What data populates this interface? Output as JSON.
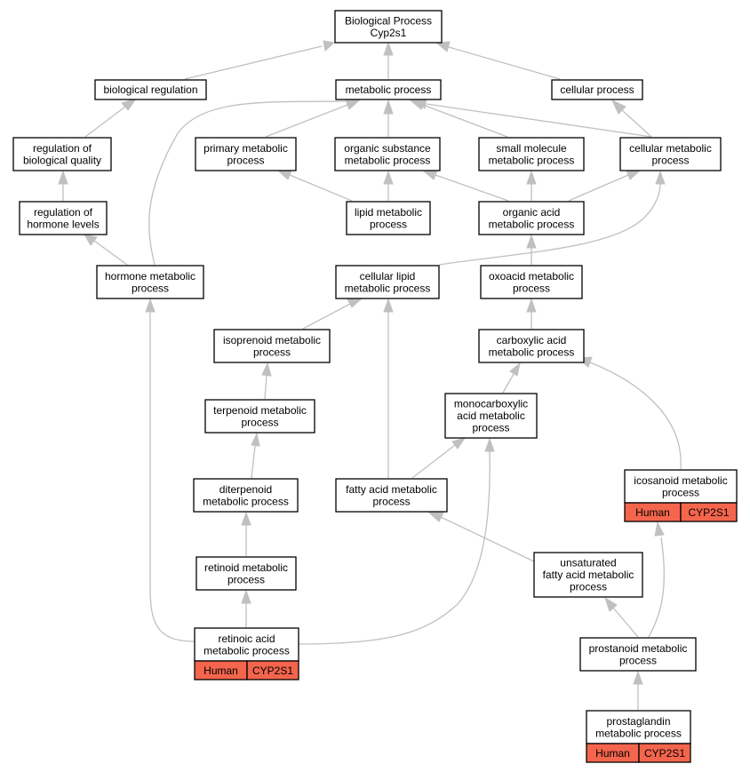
{
  "colors": {
    "edge": "#c0c0c0",
    "node_border": "#000000",
    "node_fill": "#ffffff",
    "annotation_fill": "#f4654d"
  },
  "nodes": {
    "bp": {
      "lines": [
        "Biological Process",
        "Cyp2s1"
      ]
    },
    "biological_regulation": {
      "lines": [
        "biological regulation"
      ]
    },
    "metabolic_process": {
      "lines": [
        "metabolic process"
      ]
    },
    "cellular_process": {
      "lines": [
        "cellular process"
      ]
    },
    "regulation_of_biological_quality": {
      "lines": [
        "regulation of",
        "biological quality"
      ]
    },
    "primary_metabolic_process": {
      "lines": [
        "primary metabolic",
        "process"
      ]
    },
    "organic_substance_metabolic_process": {
      "lines": [
        "organic substance",
        "metabolic process"
      ]
    },
    "small_molecule_metabolic_process": {
      "lines": [
        "small molecule",
        "metabolic process"
      ]
    },
    "cellular_metabolic_process": {
      "lines": [
        "cellular metabolic",
        "process"
      ]
    },
    "regulation_of_hormone_levels": {
      "lines": [
        "regulation of",
        "hormone levels"
      ]
    },
    "lipid_metabolic_process": {
      "lines": [
        "lipid metabolic",
        "process"
      ]
    },
    "organic_acid_metabolic_process": {
      "lines": [
        "organic acid",
        "metabolic process"
      ]
    },
    "hormone_metabolic_process": {
      "lines": [
        "hormone metabolic",
        "process"
      ]
    },
    "cellular_lipid_metabolic_process": {
      "lines": [
        "cellular lipid",
        "metabolic process"
      ]
    },
    "oxoacid_metabolic_process": {
      "lines": [
        "oxoacid metabolic",
        "process"
      ]
    },
    "isoprenoid_metabolic_process": {
      "lines": [
        "isoprenoid metabolic",
        "process"
      ]
    },
    "carboxylic_acid_metabolic_process": {
      "lines": [
        "carboxylic acid",
        "metabolic process"
      ]
    },
    "terpenoid_metabolic_process": {
      "lines": [
        "terpenoid metabolic",
        "process"
      ]
    },
    "monocarboxylic_acid_metabolic_process": {
      "lines": [
        "monocarboxylic",
        "acid metabolic",
        "process"
      ]
    },
    "diterpenoid_metabolic_process": {
      "lines": [
        "diterpenoid",
        "metabolic process"
      ]
    },
    "fatty_acid_metabolic_process": {
      "lines": [
        "fatty acid metabolic",
        "process"
      ]
    },
    "icosanoid_metabolic_process": {
      "lines": [
        "icosanoid metabolic",
        "process"
      ],
      "annotation": [
        "Human",
        "CYP2S1"
      ]
    },
    "retinoid_metabolic_process": {
      "lines": [
        "retinoid metabolic",
        "process"
      ]
    },
    "unsaturated_fatty_acid_metabolic_process": {
      "lines": [
        "unsaturated",
        "fatty acid metabolic",
        "process"
      ]
    },
    "prostanoid_metabolic_process": {
      "lines": [
        "prostanoid metabolic",
        "process"
      ]
    },
    "retinoic_acid_metabolic_process": {
      "lines": [
        "retinoic acid",
        "metabolic process"
      ],
      "annotation": [
        "Human",
        "CYP2S1"
      ]
    },
    "prostaglandin_metabolic_process": {
      "lines": [
        "prostaglandin",
        "metabolic process"
      ],
      "annotation": [
        "Human",
        "CYP2S1"
      ]
    }
  }
}
